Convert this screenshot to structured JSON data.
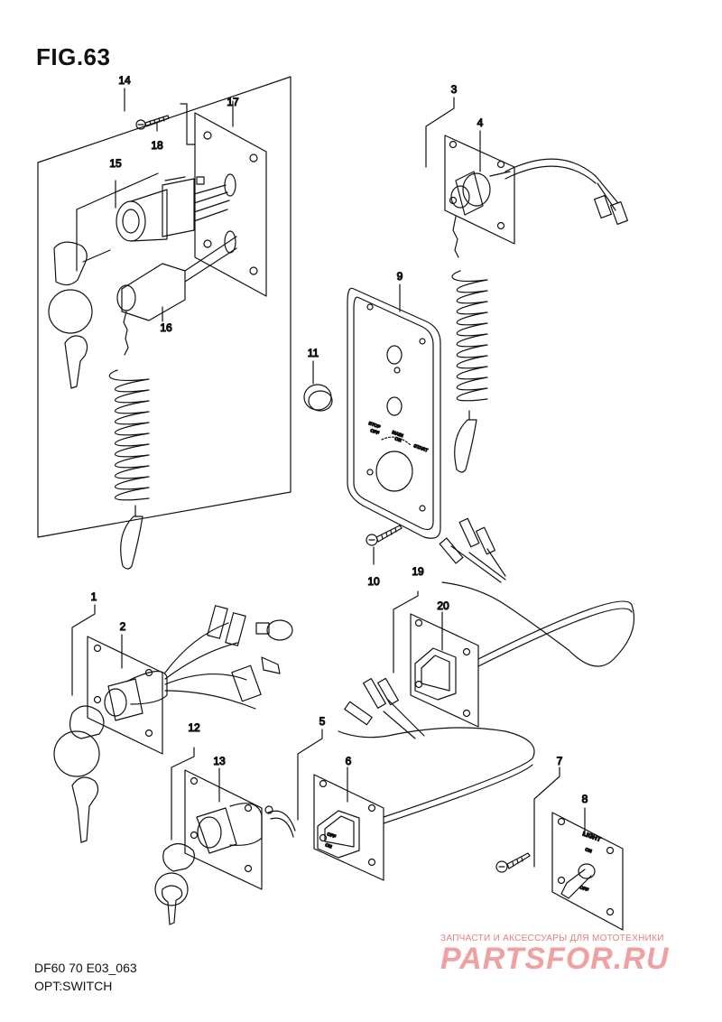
{
  "figure": {
    "title": "FIG.63",
    "code": "DF60 70 E03_063",
    "name": "OPT:SWITCH"
  },
  "plate_labels": {
    "stop": "STOP",
    "off": "OFF",
    "main": "MAIN",
    "on": "ON",
    "start": "START",
    "light": "LIGHT",
    "on_small": "ON",
    "off_small": "OFF",
    "toggle_on": "ON",
    "toggle_off": "OFF"
  },
  "callouts": [
    "1",
    "2",
    "3",
    "4",
    "5",
    "6",
    "7",
    "8",
    "9",
    "10",
    "11",
    "12",
    "13",
    "14",
    "15",
    "16",
    "17",
    "18",
    "19",
    "20"
  ],
  "watermark": {
    "subtitle": "ЗАПЧАСТИ И АКСЕССУАРЫ ДЛЯ МОТОТЕХНИКИ",
    "brand": "PARTSFOR.RU"
  }
}
